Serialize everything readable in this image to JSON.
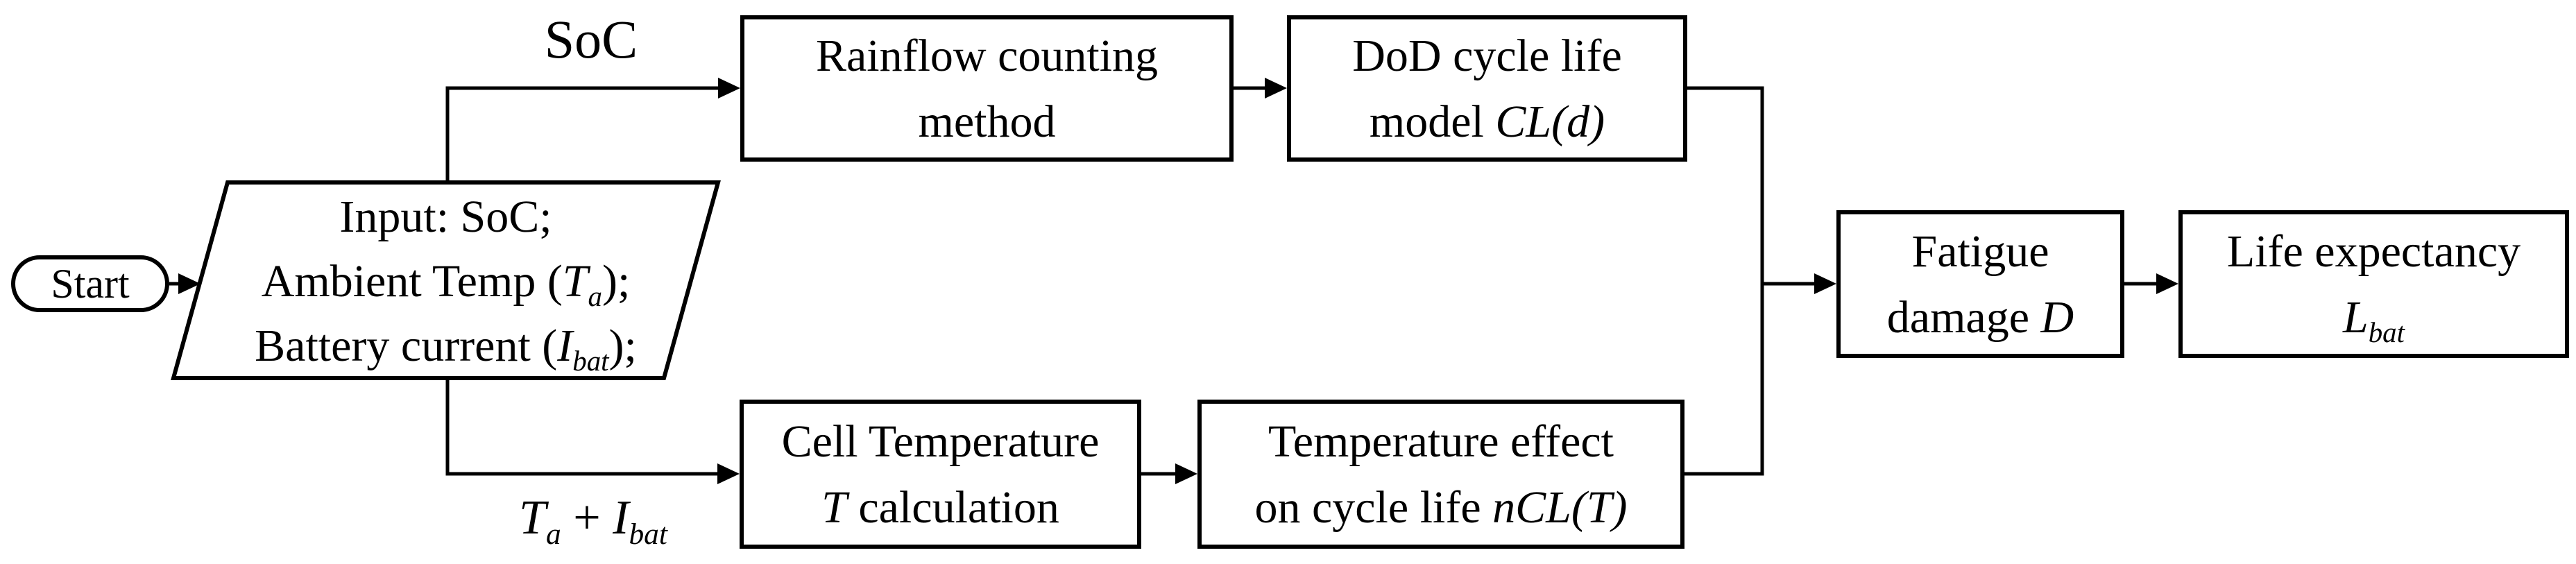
{
  "colors": {
    "ink": "#000000",
    "background": "#ffffff",
    "node_fill": "#ffffff"
  },
  "nodes": {
    "start": {
      "label": "Start"
    },
    "input": {
      "line1": "Input: SoC;",
      "line2_pre": "Ambient Temp (",
      "line2_var": "T",
      "line2_sub": "a",
      "line2_post": ");",
      "line3_pre": "Battery current (",
      "line3_var": "I",
      "line3_sub": "bat",
      "line3_post": ");"
    },
    "rainflow": {
      "line1": "Rainflow counting",
      "line2": "method"
    },
    "dod": {
      "line1": "DoD cycle life",
      "line2_pre": "model ",
      "line2_math": "CL(d)"
    },
    "cell_temp": {
      "line1": "Cell Temperature",
      "line2_math": "T",
      "line2_post": " calculation"
    },
    "temp_effect": {
      "line1": "Temperature effect",
      "line2_pre": "on cycle life ",
      "line2_math": "nCL(T)"
    },
    "fatigue": {
      "line1": "Fatigue",
      "line2_pre": "damage ",
      "line2_math": "D"
    },
    "life": {
      "line1": "Life expectancy",
      "line2_var": "L",
      "line2_sub": "bat"
    }
  },
  "edge_labels": {
    "soc": "SoC",
    "ta_ibat": {
      "var1": "T",
      "sub1": "a",
      "plus": " + ",
      "var2": "I",
      "sub2": "bat"
    }
  }
}
